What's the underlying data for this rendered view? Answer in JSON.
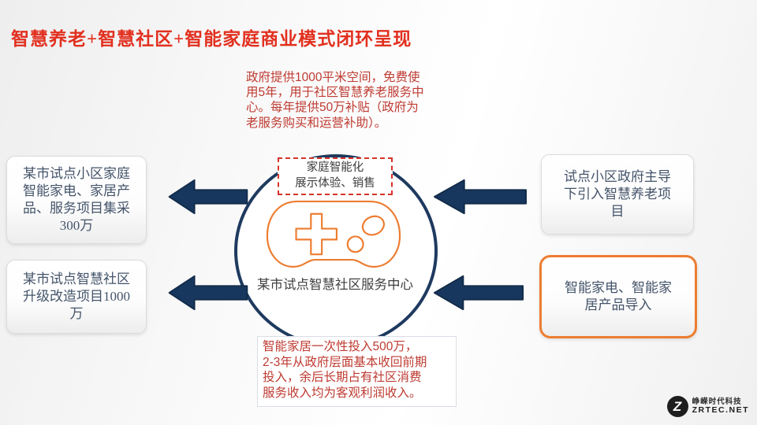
{
  "slide": {
    "title": "智慧养老+智慧社区+智能家庭商业模式闭环呈现",
    "top_note": "政府提供1000平米空间，免费使\n用5年，用于社区智慧养老服务中\n心。每年提供50万补贴（政府为\n老服务购买和运营补助）。",
    "bottom_note": "智能家居一次性投入500万，\n2-3年从政府层面基本收回前期\n投入，余后长期占有社区消费\n服务收入均为客观利润收入。",
    "center": {
      "tag": "家庭智能化\n展示体验、销售",
      "caption": "某市试点智慧社区服务中心",
      "icon": "game-controller-icon"
    },
    "boxes": {
      "left": [
        {
          "text": "某市试点小区家庭\n智能家电、家居产\n品、服务项目集采\n300万"
        },
        {
          "text": "某市试点智慧社区\n升级改造项目1000\n万"
        }
      ],
      "right": [
        {
          "text": "试点小区政府主导\n下引入智慧养老项\n目"
        },
        {
          "text": "智能家电、智能家\n居产品导入"
        }
      ]
    },
    "logo": {
      "letter": "Z",
      "zh": "峥嵘时代科技",
      "en": "ZRTEC.NET"
    },
    "colors": {
      "title_red": "#e2301f",
      "note_red": "#be3b32",
      "navy": "#17375e",
      "orange": "#ed7d31",
      "box_text": "#44546a"
    }
  }
}
